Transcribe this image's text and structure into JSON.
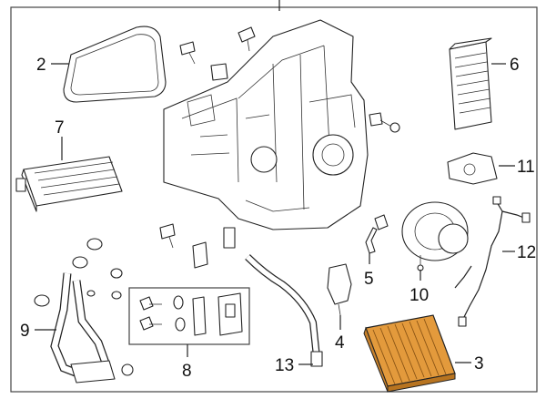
{
  "callouts": [
    {
      "id": "2",
      "label": "2"
    },
    {
      "id": "3",
      "label": "3"
    },
    {
      "id": "4",
      "label": "4"
    },
    {
      "id": "5",
      "label": "5"
    },
    {
      "id": "6",
      "label": "6"
    },
    {
      "id": "7",
      "label": "7"
    },
    {
      "id": "8",
      "label": "8"
    },
    {
      "id": "9",
      "label": "9"
    },
    {
      "id": "10",
      "label": "10"
    },
    {
      "id": "11",
      "label": "11"
    },
    {
      "id": "12",
      "label": "12"
    },
    {
      "id": "13",
      "label": "13"
    }
  ],
  "colors": {
    "filter": "#e39a3c",
    "filter_dark": "#b87420",
    "line": "#222222",
    "frame": "#444444"
  }
}
